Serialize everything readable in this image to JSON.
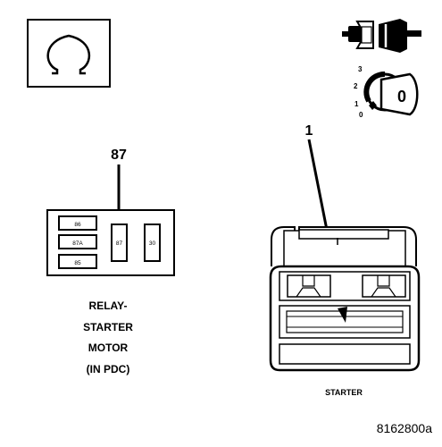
{
  "symbols": {
    "ohm_box_icon": "ohm-symbol",
    "connector_icon": "unplugged-connector",
    "ignition_icon": "ignition-key-switch"
  },
  "ignition": {
    "positions": [
      "3",
      "2",
      "1",
      "0"
    ],
    "key_label": "0"
  },
  "relay": {
    "callout": "87",
    "terminals": [
      "86",
      "87A",
      "85",
      "87",
      "30"
    ],
    "label_lines": [
      "RELAY-",
      "STARTER",
      "MOTOR",
      "(IN PDC)"
    ]
  },
  "starter": {
    "callout": "1",
    "label": "STARTER"
  },
  "figure_id": "8162800a"
}
